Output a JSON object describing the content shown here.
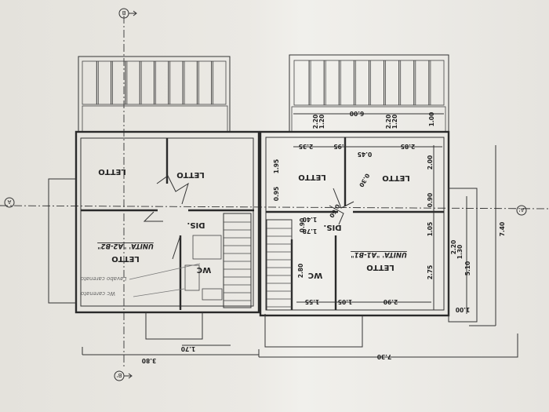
{
  "plan": {
    "rooms_left": {
      "bed1": "LETTO",
      "bed2": "LETTO",
      "bed3": "LETTO",
      "hall": "DIS.",
      "bath": "WC",
      "unit": "UNITA' \"A2-B2\""
    },
    "rooms_right": {
      "bed1": "LETTO",
      "bed2": "LETTO",
      "bed3": "LETTO",
      "hall": "DIS.",
      "bath": "WC",
      "unit": "UNITA' \"A1-B1\""
    },
    "notes": [
      "Lavabo carenato",
      "Wc carenato"
    ],
    "axis_markers": {
      "b_top": "B",
      "b_bottom": "B'",
      "a_left": "A",
      "a_right": "A'"
    },
    "dimensions": {
      "d600": "6.00",
      "d120a": "1.20",
      "d220a": "2.20",
      "d120b": "1.20",
      "d220b": "2.20",
      "d100a": "1.00",
      "d235": "2.35",
      "d95": ".95",
      "d285": "2.85",
      "d045": "0.45",
      "d195": "1.95",
      "d095": "0.95",
      "d200": "2.00",
      "d090": "0.90",
      "d105": "1.05",
      "d275": "2.75",
      "d290": "2.90",
      "d105b": "1.05",
      "d155": "1.55",
      "d280": "2.80",
      "d140": "1.40",
      "d090b": "0.90",
      "d178": "1.78",
      "d030": "0.30",
      "d060": "0.60",
      "d220c": "2.20",
      "d130": "1.30",
      "d510": "5.10",
      "d100b": "1.00",
      "d740": "7.40",
      "d730": "7.30",
      "d380": "3.80",
      "d170": "1.70"
    }
  }
}
